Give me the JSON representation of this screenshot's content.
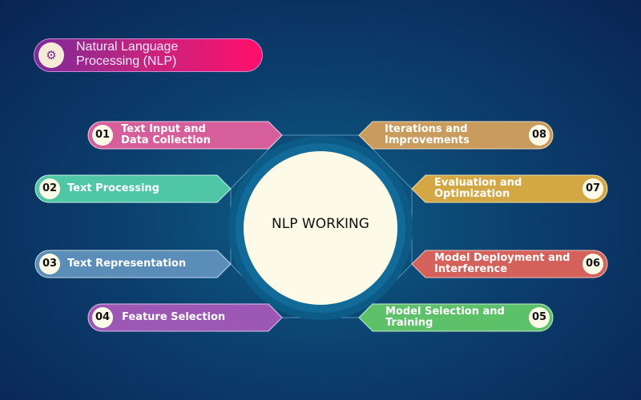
{
  "header": {
    "title_line1": "Natural Language",
    "title_line2": "Processing (NLP)",
    "icon": "brain-gear-icon"
  },
  "center": {
    "title": "NLP WORKING"
  },
  "steps": [
    {
      "num": "01",
      "line1": "Text Input and",
      "line2": "Data Collection",
      "color": "#d65f9b"
    },
    {
      "num": "02",
      "line1": "Text Processing",
      "line2": "",
      "color": "#4fc7a6"
    },
    {
      "num": "03",
      "line1": "Text Representation",
      "line2": "",
      "color": "#5a8db8"
    },
    {
      "num": "04",
      "line1": "Feature Selection",
      "line2": "",
      "color": "#9c58b4"
    },
    {
      "num": "05",
      "line1": "Model Selection and",
      "line2": "Training",
      "color": "#5cc168"
    },
    {
      "num": "06",
      "line1": "Model Deployment and",
      "line2": "Interference",
      "color": "#d5625a"
    },
    {
      "num": "07",
      "line1": "Evaluation and",
      "line2": "Optimization",
      "color": "#d3a844"
    },
    {
      "num": "08",
      "line1": "Iterations and",
      "line2": "Improvements",
      "color": "#c99c5e"
    }
  ]
}
